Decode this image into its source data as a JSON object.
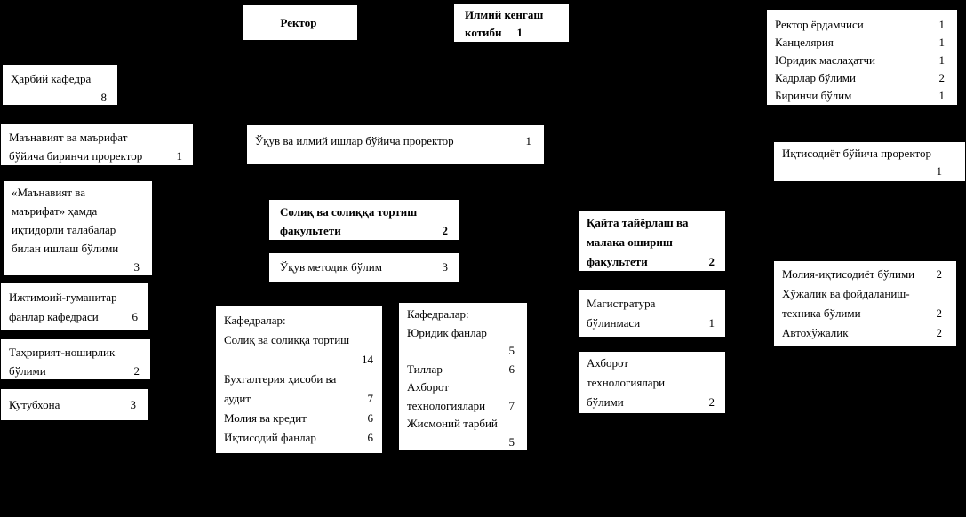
{
  "colors": {
    "background": "#000000",
    "box_background": "#ffffff",
    "box_border": "#000000",
    "text": "#000000"
  },
  "boxes": {
    "rektor": {
      "title": "Ректор"
    },
    "ilmiy_kengash_kotibi": {
      "line1": "Илмий кенгаш",
      "label2": "котиби",
      "value": "1"
    },
    "rektor_apparati": {
      "rows": [
        {
          "label": "Ректор ёрдамчиси",
          "value": "1"
        },
        {
          "label": "Канцелярия",
          "value": "1"
        },
        {
          "label": "Юридик маслаҳатчи",
          "value": "1"
        },
        {
          "label": "Кадрлар бўлими",
          "value": "2"
        },
        {
          "label": "Биринчи бўлим",
          "value": "1"
        }
      ]
    },
    "harbiy_kafedra": {
      "line1": "Ҳарбий кафедра",
      "value": "8"
    },
    "manaviyat_prorektor": {
      "line1": "Маънавият ва маърифат",
      "label2": "бўйича биринчи проректор",
      "value": "1"
    },
    "manaviyat_bolimi": {
      "line1": "«Маънавият ва",
      "line2": "маърифат» ҳамда",
      "line3": "иқтидорли талабалар",
      "line4": "билан ишлаш бўлими",
      "value": "3"
    },
    "ijtimoiy_gumanitar": {
      "line1": "Ижтимоий-гуманитар",
      "label2": "фанлар кафедраси",
      "value": "6"
    },
    "tahririyat": {
      "line1": "Таҳририят-ноширлик",
      "label2": "бўлими",
      "value": "2"
    },
    "kutubxona": {
      "label": "Кутубхона",
      "value": "3"
    },
    "oquv_prorektor": {
      "label": "Ўқув ва илмий ишлар бўйича проректор",
      "value": "1"
    },
    "soliq_fakultet": {
      "line1": "Солиқ ва солиққа тортиш",
      "label2": "факультети",
      "value": "2"
    },
    "oquv_metodik": {
      "label": "Ўқув методик бўлим",
      "value": "3"
    },
    "kafedralar_soliq": {
      "rows": [
        {
          "label": "Кафедралар:",
          "value": ""
        },
        {
          "label": "Солиқ ва солиққа тортиш",
          "value": ""
        },
        {
          "label": "",
          "value": "14"
        },
        {
          "label": "Бухгалтерия ҳисоби ва",
          "value": ""
        },
        {
          "label": "аудит",
          "value": "7"
        },
        {
          "label": "Молия ва кредит",
          "value": "6"
        },
        {
          "label": "Иқтисодий фанлар",
          "value": "6"
        }
      ]
    },
    "kafedralar_yuridik": {
      "rows": [
        {
          "label": "Кафедралар:",
          "value": ""
        },
        {
          "label": "Юридик фанлар",
          "value": ""
        },
        {
          "label": "",
          "value": "5"
        },
        {
          "label": "Тиллар",
          "value": "6"
        },
        {
          "label": "Ахборот",
          "value": ""
        },
        {
          "label": "технологиялари",
          "value": "7"
        },
        {
          "label": "Жисмоний тарбий",
          "value": ""
        },
        {
          "label": "",
          "value": "5"
        }
      ]
    },
    "qayta_tayyorlash": {
      "line1": "Қайта тайёрлаш ва",
      "line2": "малака ошириш",
      "label3": "факультети",
      "value": "2"
    },
    "magistratura": {
      "line1": "Магистратура",
      "label2": "бўлинмаси",
      "value": "1"
    },
    "axborot_bolimi": {
      "line1": "Ахборот",
      "line2": "технологиялари",
      "label3": "бўлими",
      "value": "2"
    },
    "iqtisodiyot_prorektor": {
      "line1": "Иқтисодиёт бўйича проректор",
      "value": "1"
    },
    "moliya_xojalik": {
      "rows": [
        {
          "label": "Молия-иқтисодиёт бўлими",
          "value": "2"
        },
        {
          "label": "Хўжалик ва фойдаланиш-",
          "value": ""
        },
        {
          "label": "техника бўлими",
          "value": "2"
        },
        {
          "label": "Автохўжалик",
          "value": "2"
        }
      ]
    }
  }
}
